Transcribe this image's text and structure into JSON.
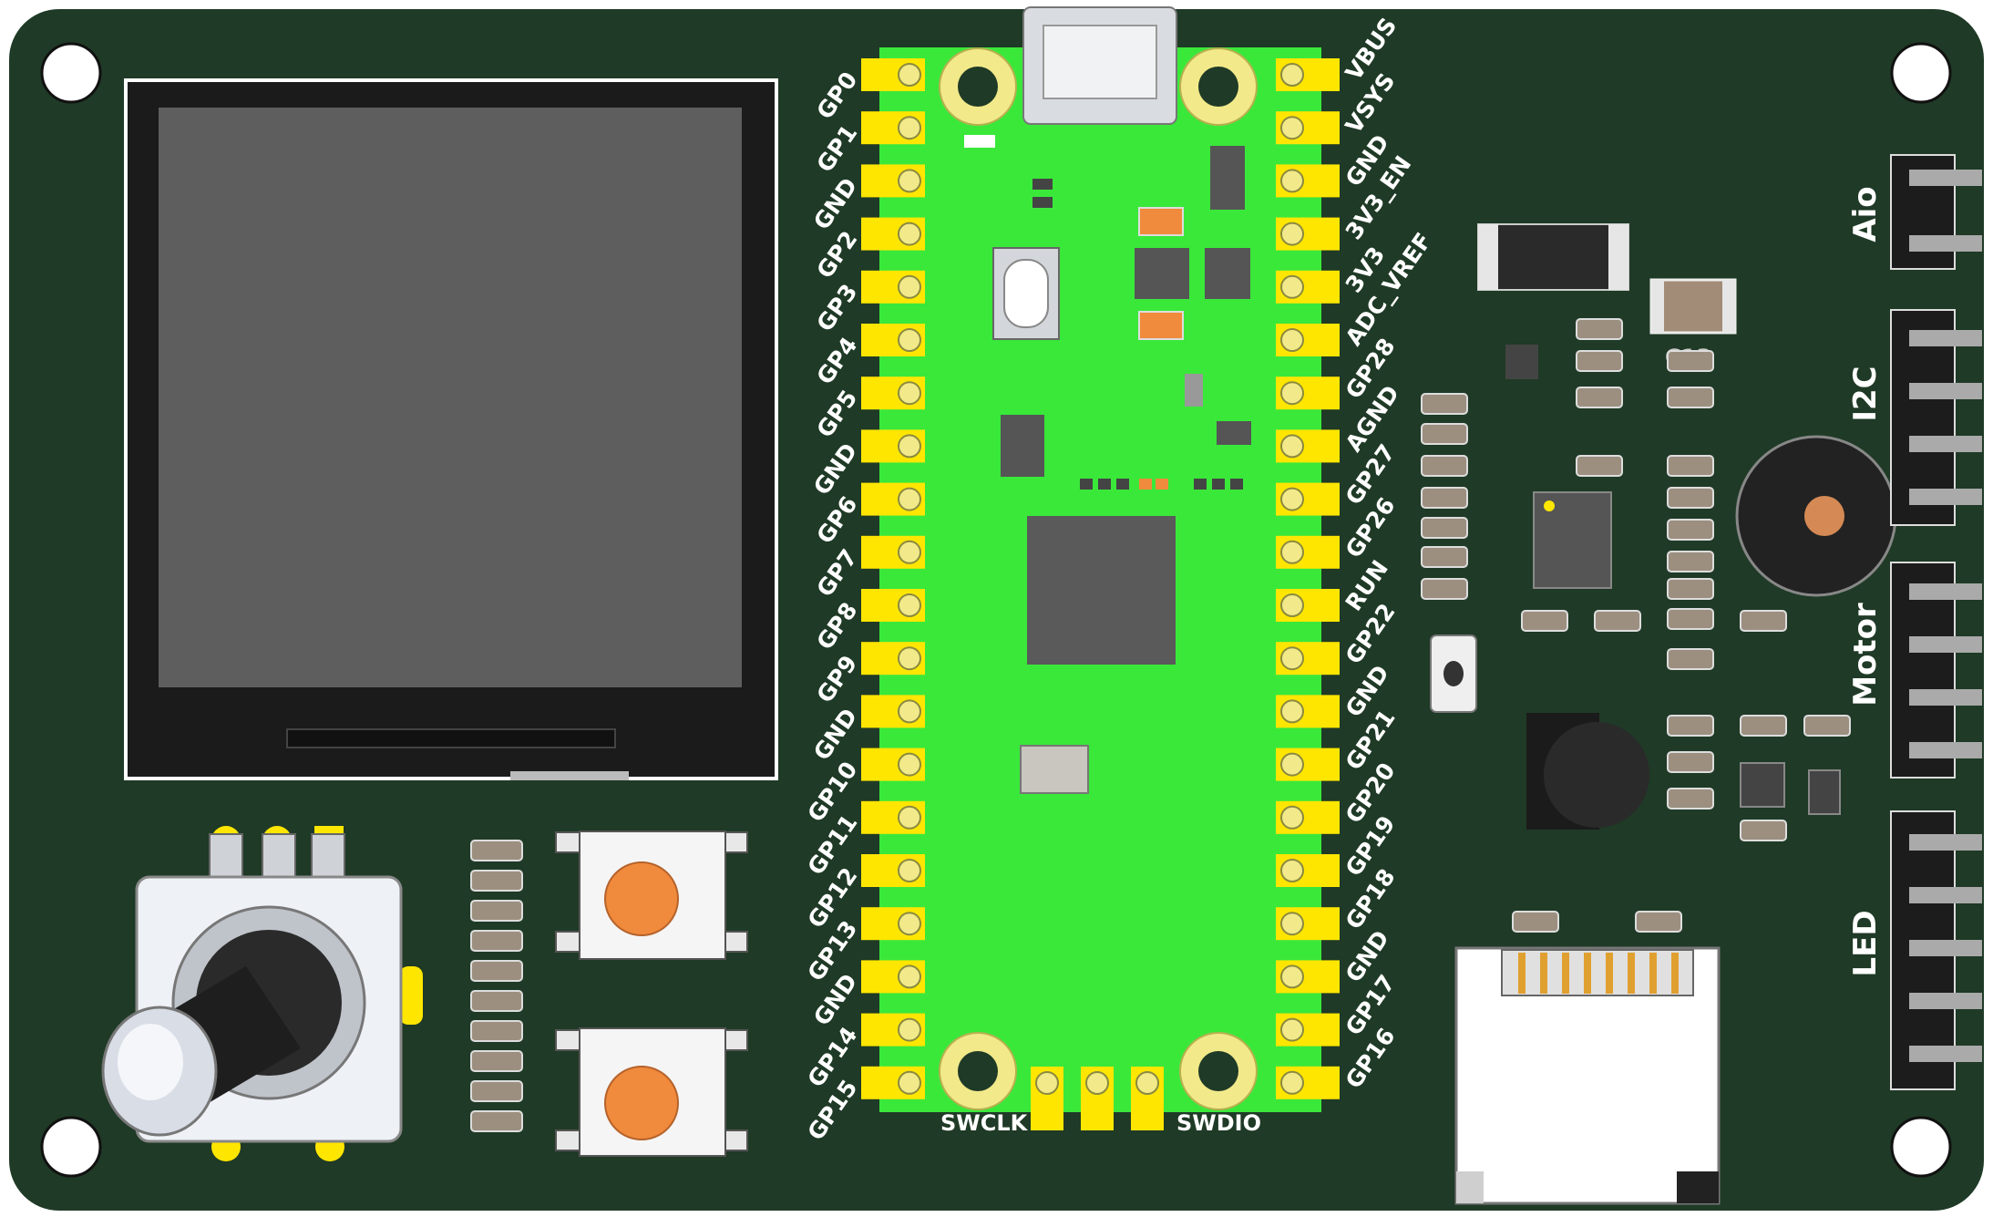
{
  "pico": {
    "left_pins": [
      "GP0",
      "GP1",
      "GND",
      "GP2",
      "GP3",
      "GP4",
      "GP5",
      "GND",
      "GP6",
      "GP7",
      "GP8",
      "GP9",
      "GND",
      "GP10",
      "GP11",
      "GP12",
      "GP13",
      "GND",
      "GP14",
      "GP15"
    ],
    "right_pins": [
      "VBUS",
      "VSYS",
      "GND",
      "3V3_EN",
      "3V3",
      "ADC_VREF",
      "GP28",
      "AGND",
      "GP27",
      "GP26",
      "RUN",
      "GP22",
      "GND",
      "GP21",
      "GP20",
      "GP19",
      "GP18",
      "GND",
      "GP17",
      "GP16"
    ],
    "debug_labels": {
      "swclk": "SWCLK",
      "swdio": "SWDIO"
    }
  },
  "connectors": {
    "aio": "Aio",
    "i2c": "I2C",
    "motor": "Motor",
    "led": "LED"
  },
  "component_label": "C13",
  "colors": {
    "pcb": "#1f3a26",
    "pico_green": "#3ae83a",
    "pad_yellow": "#ffe600",
    "silk": "#ffffff",
    "button_cap": "#f08a3c",
    "lcd_screen": "#5e5e5e"
  }
}
